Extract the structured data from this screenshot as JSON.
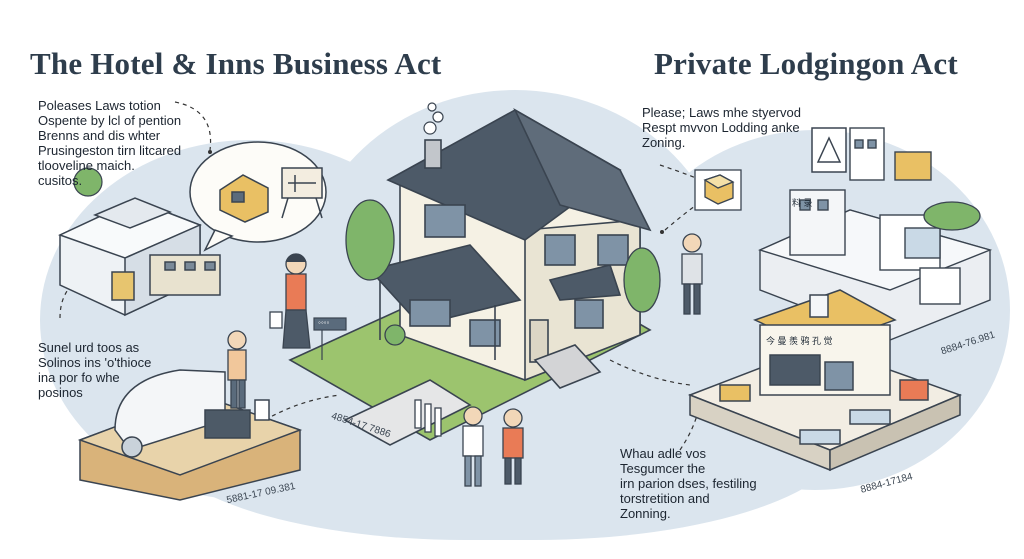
{
  "titles": {
    "left": "The Hotel & Inns Business Act",
    "right": "Private Lodgingon Act"
  },
  "notes": {
    "left_top": [
      "Poleases Laws totion",
      "Ospente by lcl of pention",
      "Brenns and dis whter",
      "Prusingeston tirn litcared",
      "tlooveline maich.",
      "cusitos."
    ],
    "left_bottom": [
      "Sunel urd toos as",
      "Solinos ins 'o'thioce",
      "ina por fo whe",
      "posinos"
    ],
    "right_top": [
      "Please; Laws mhe styervod",
      "Respt mvvon Lodding anke",
      "Zoning."
    ],
    "right_bottom": [
      "Whau adle vos",
      "Tesgumcer the",
      "irn parion dses, festiling",
      "torstretition and",
      "Zonning."
    ]
  },
  "codes": {
    "left": "5881-17 09.381",
    "center": "4854-17 7886",
    "right_mid": "8884-76.981",
    "right_bottom": "8884-17184"
  },
  "signs": {
    "house_sign": "◦◦◦◦",
    "shop_sign_top": "今 曼 羨 鸦 孔 觉",
    "building_sign": "料 录"
  },
  "icons": [
    "hotel-building-icon",
    "thought-bubble-icon",
    "easel-icon",
    "smoke-icon",
    "house-icon",
    "tree-icon",
    "person-icon",
    "shop-building-icon",
    "office-building-icon",
    "warning-sign-icon",
    "car-icon"
  ]
}
